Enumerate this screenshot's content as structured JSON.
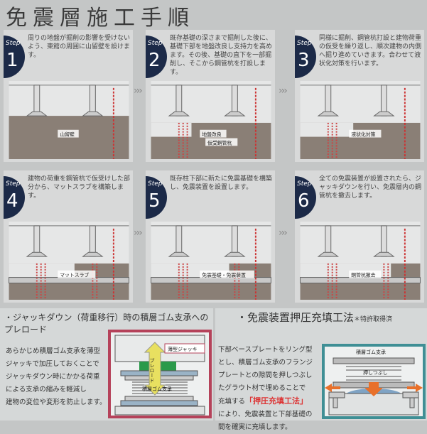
{
  "title": "免震層施工手順",
  "steps": [
    {
      "step": "Step",
      "num": "1",
      "text": "周りの地盤が掘削の影響を受けないよう、東館の周囲に山留壁を設けます。",
      "labels": [
        "山留壁"
      ]
    },
    {
      "step": "Step",
      "num": "2",
      "text": "既存基礎の深さまで掘削した後に、基礎下部を地盤改良し支持力を高めます。その後、基礎の直下を一部掘削し、そこから鋼管杭を打設します。",
      "labels": [
        "地盤改良",
        "仮受鋼管杭"
      ]
    },
    {
      "step": "Step",
      "num": "3",
      "text": "同様に掘削、鋼管杭打設と建物荷重の仮受を繰り返し、順次建物の内側へ掘り進めていきます。合わせて液状化対策を行います。",
      "labels": [
        "液状化対策"
      ]
    },
    {
      "step": "Step",
      "num": "4",
      "text": "建物の荷重を鋼管杭で仮受けした部分から、マットスラブを構築します。",
      "labels": [
        "マットスラブ"
      ]
    },
    {
      "step": "Step",
      "num": "5",
      "text": "既存柱下部に新たに免震基礎を構築し、免震装置を設置します。",
      "labels": [
        "免震基礎・免震装置"
      ]
    },
    {
      "step": "Step",
      "num": "6",
      "text": "全ての免震装置が設置されたら、ジャッキダウンを行い、免震層内の鋼管杭を撤去します。",
      "labels": [
        "鋼管杭撤去"
      ]
    }
  ],
  "preload": {
    "heading": "・ジャッキダウン（荷重移行）時の積層ゴム支承へのプレロード",
    "text": [
      "あらかじめ積層ゴム支承を薄型",
      "ジャッキで加圧しておくことで",
      "ジャッキダウン時にかかる荷重",
      "による支承の縮みを軽減し",
      "建物の変位や変形を防止します。"
    ],
    "jack_label": "薄型ジャッキ",
    "arrow_label": "プレロード",
    "bearing_label": "積層ゴム支承"
  },
  "filling": {
    "heading": "・免震装置押圧充填工法",
    "patent": "＊特許取得済",
    "text": [
      "下部ベースプレートをリング型",
      "とし、積層ゴム支承のフランジ",
      "プレートとの隙間を押しつぶし",
      "たグラウト材で埋めることで"
    ],
    "text_pre": "充填する",
    "method": "「押圧充填工法」",
    "text2": [
      "により、免震装置と下部基礎の",
      "間を確実に充填します。"
    ],
    "bearing_label": "積層ゴム支承",
    "press_label": "押しつぶし"
  },
  "colors": {
    "badge": "#1c2a48",
    "ground": "#8a7f76",
    "red_frame": "#b5425a",
    "teal_frame": "#3f8f95",
    "jack": "#2a9a4a",
    "arrow": "#e8e060"
  }
}
